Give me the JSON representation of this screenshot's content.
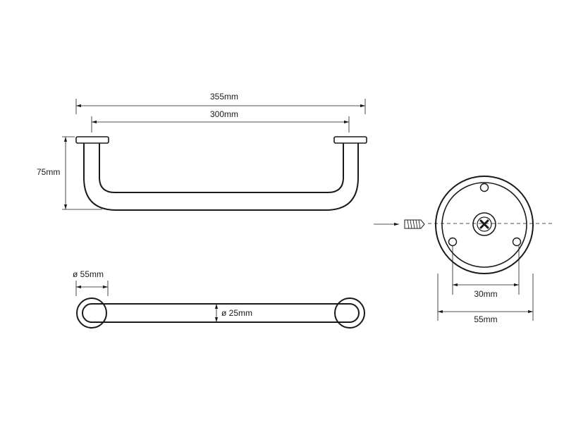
{
  "dimensions": {
    "overall_length": "355mm",
    "center_distance": "300mm",
    "projection": "75mm",
    "flange_diameter": "ø 55mm",
    "tube_diameter": "ø 25mm",
    "hole_spacing": "30mm",
    "rosette_diameter": "55mm"
  },
  "colors": {
    "line": "#1a1a1a",
    "background": "#ffffff"
  }
}
